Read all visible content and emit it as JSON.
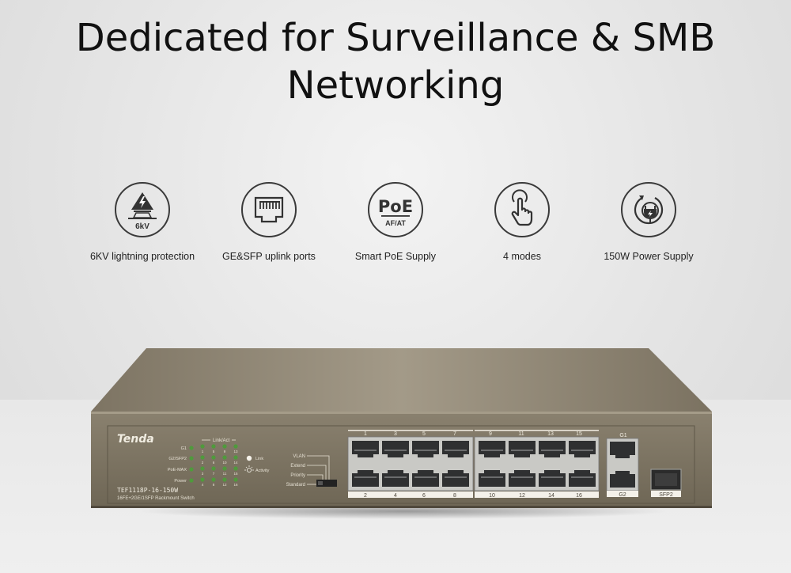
{
  "headline": {
    "line1": "Dedicated for Surveillance & SMB",
    "line2": "Networking"
  },
  "features": [
    {
      "label": "6KV lightning protection",
      "icon": "lightning-protection-icon",
      "icon_text": "6kV"
    },
    {
      "label": "GE&SFP uplink ports",
      "icon": "ethernet-port-icon"
    },
    {
      "label": "Smart PoE Supply",
      "icon": "poe-icon",
      "icon_text": "PoE",
      "icon_subtext": "AF/AT"
    },
    {
      "label": "4 modes",
      "icon": "touch-hand-icon"
    },
    {
      "label": "150W Power Supply",
      "icon": "power-plug-icon"
    }
  ],
  "device": {
    "brand": "Tenda",
    "model": "TEF1118P-16-150W",
    "description": "16FE+2GE/1SFP Rackmount Switch",
    "led_header": "Link/Act",
    "led_rows": [
      "G1",
      "G2/SFP2",
      "PoE-MAX",
      "Power"
    ],
    "led_cols_top": [
      "1",
      "5",
      "9",
      "13"
    ],
    "led_cols_mid": [
      "2",
      "6",
      "10",
      "14"
    ],
    "led_cols_low": [
      "3",
      "7",
      "11",
      "15"
    ],
    "led_cols_bot": [
      "4",
      "8",
      "12",
      "16"
    ],
    "legend_link": "Link",
    "legend_activity": "Activity",
    "modes": [
      "VLAN",
      "Extend",
      "Priority",
      "Standard"
    ],
    "ports_top": [
      "1",
      "3",
      "5",
      "7",
      "9",
      "11",
      "13",
      "15"
    ],
    "ports_bottom": [
      "2",
      "4",
      "6",
      "8",
      "10",
      "12",
      "14",
      "16"
    ],
    "uplink_top": "G1",
    "uplink_bottom": "G2",
    "sfp": "SFP2"
  },
  "colors": {
    "chassis": "#8c8370",
    "chassis_dark": "#6f6756",
    "text_dark": "#111111",
    "led": "#4f9a3c"
  }
}
